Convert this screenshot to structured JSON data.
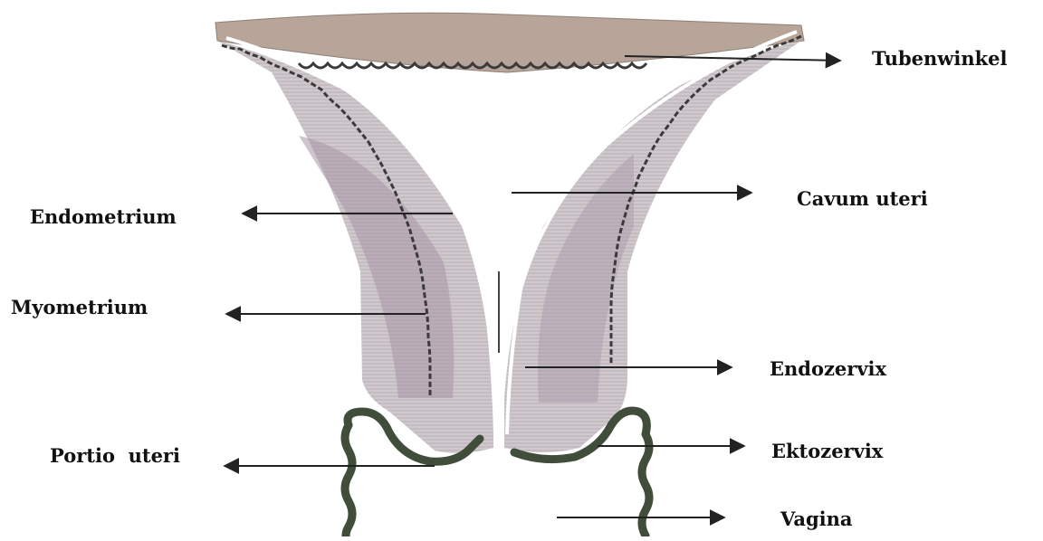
{
  "labels": {
    "tubenwinkel": "Tubenwinkel",
    "cavum_uteri": "Cavum uteri",
    "endometrium": "Endometrium",
    "myometrium": "Myometrium",
    "endozervix": "Endozervix",
    "portio_uteri": "Portio  uteri",
    "ektozervix": "Ektozervix",
    "vagina": "Vagina"
  },
  "colors": {
    "fundus": "#b8a59a",
    "myometrium": "#c9c0c4",
    "myometrium_shade": "#a795a6",
    "endometrium_line": "#3a3a3a",
    "mucosa": "#3f4d3a",
    "arrow": "#222222"
  }
}
